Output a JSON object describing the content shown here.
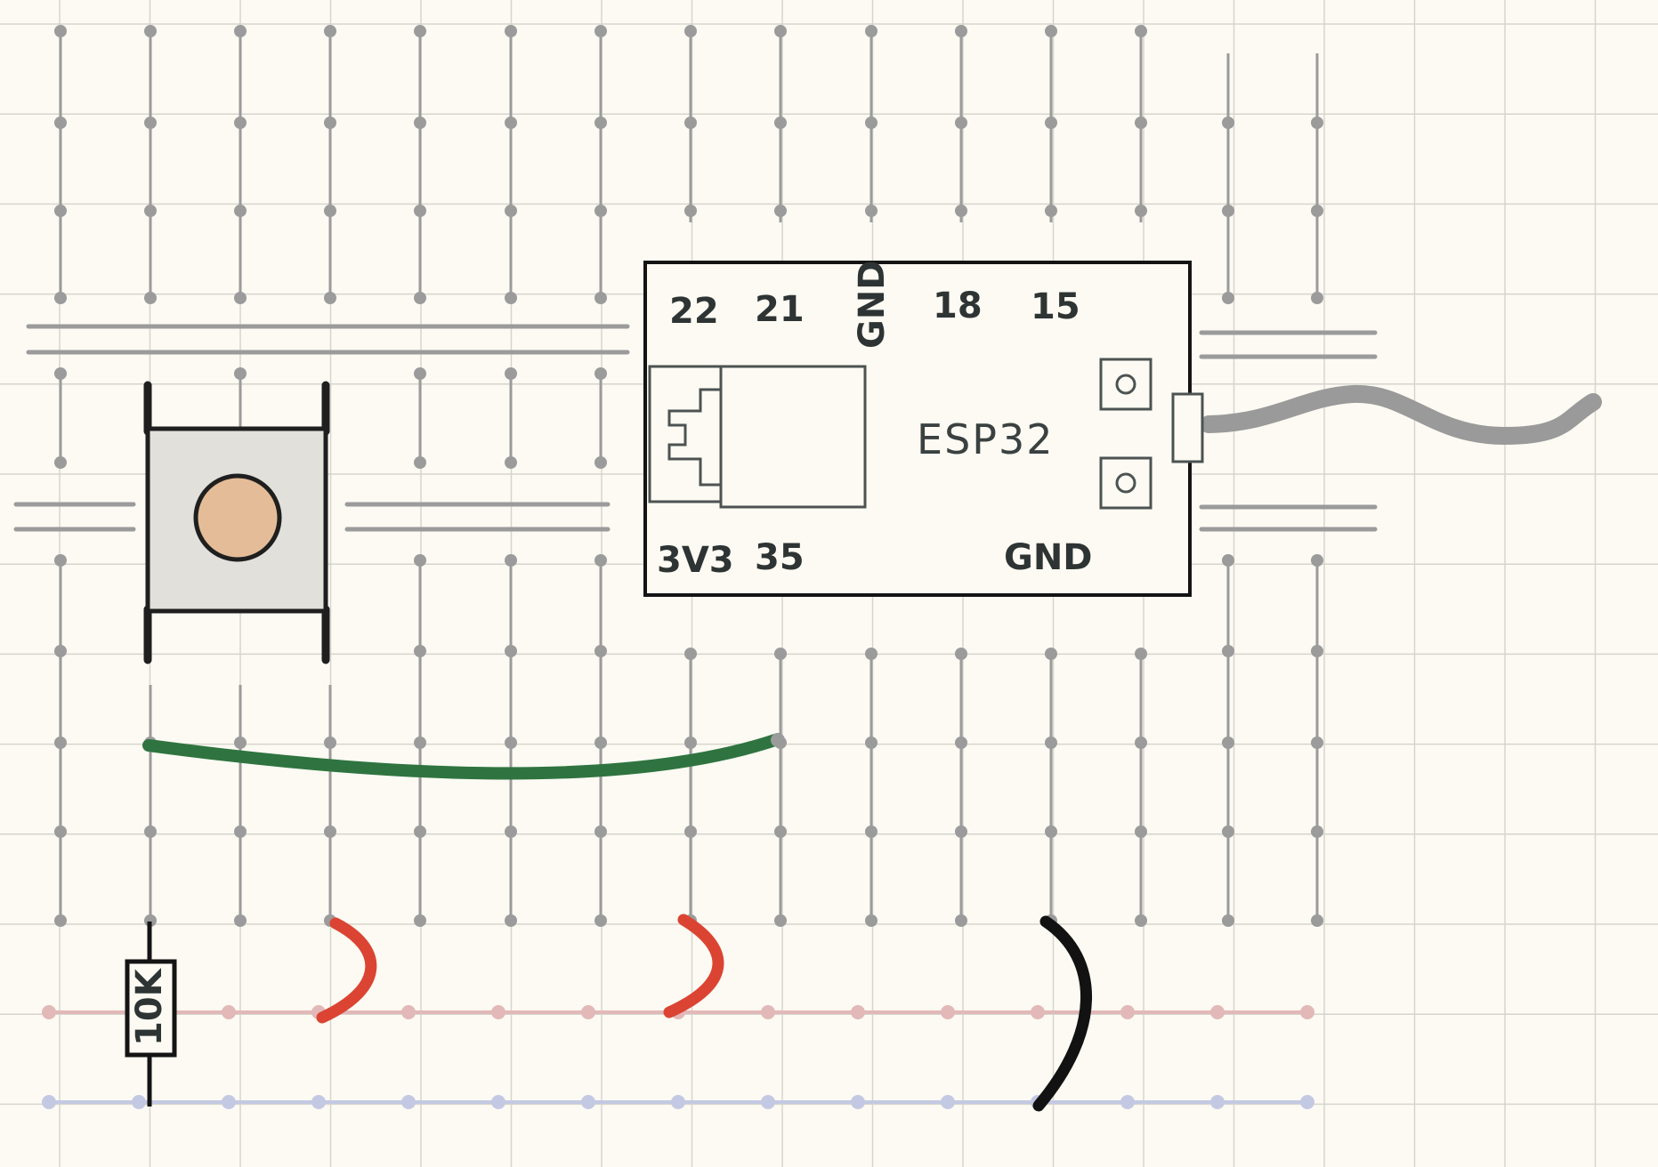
{
  "colors": {
    "paper": "#fcfaf3",
    "grid": "#d6d5cd",
    "trace": "#9b9b9b",
    "rail_positive": "#e2b8b8",
    "rail_negative": "#c4c9e3",
    "outline": "#1f1f1f",
    "board_line": "#4c5352",
    "green_wire": "#2f7440",
    "red_wire": "#db4432",
    "black_wire": "#121212",
    "button_cap": "#e4bc97",
    "button_body": "#e2e0db",
    "usb_cable": "#9a9a9a"
  },
  "esp32": {
    "name": "ESP32",
    "pins_top": [
      "22",
      "21",
      "GND",
      "18",
      "15"
    ],
    "pins_bottom": [
      "3V3",
      "35",
      "GND"
    ]
  },
  "resistor": {
    "label": "10K"
  },
  "components": {
    "button": "push-button",
    "wires": [
      "green-wire",
      "red-wire-1",
      "red-wire-2",
      "black-wire"
    ]
  }
}
